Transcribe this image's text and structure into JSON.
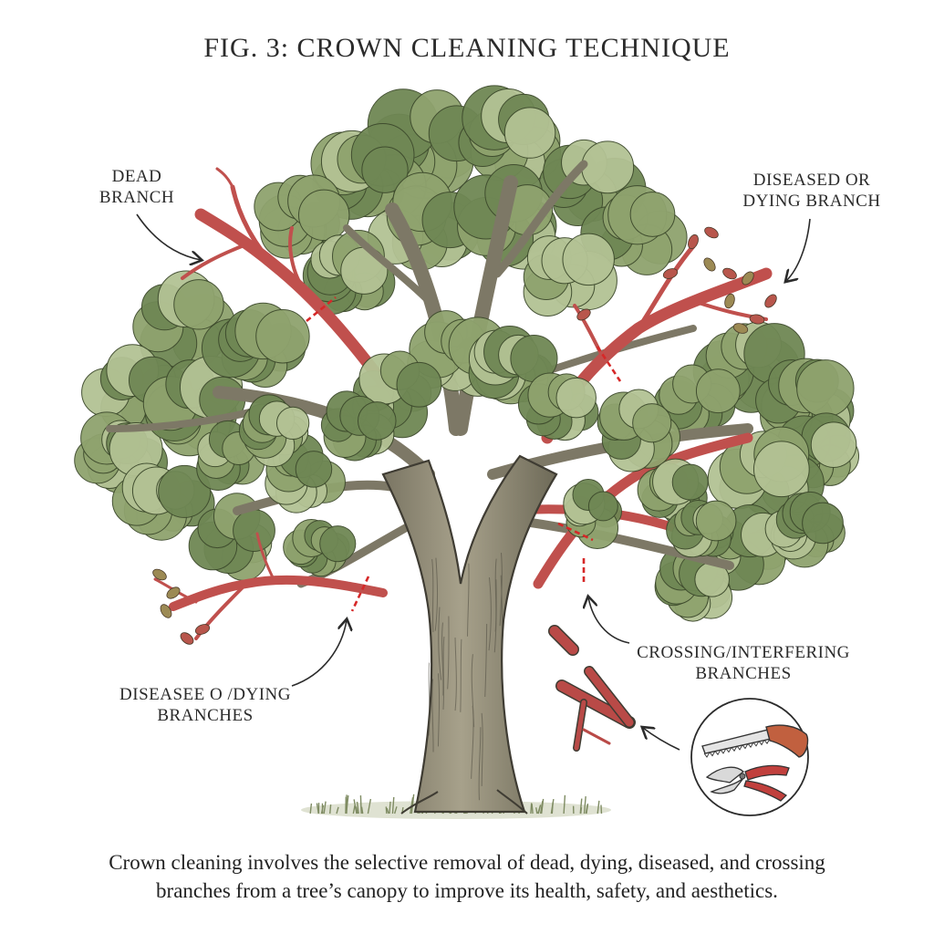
{
  "title": "FIG. 3: CROWN CLEANING TECHNIQUE",
  "labels": {
    "dead_branch": [
      "DEAD",
      "BRANCH"
    ],
    "diseased_or_dying": [
      "DISEASED OR",
      "DYING BRANCH"
    ],
    "crossing": [
      "CROSSING/INTERFERING",
      "BRANCHES"
    ],
    "diseased_dying_branches": [
      "DISEASEE O /DYING",
      "BRANCHES"
    ]
  },
  "caption": [
    "Crown cleaning involves the selective removal of dead, dying, diseased, and crossing",
    "branches from a tree’s canopy to improve its health, safety, and aesthetics."
  ],
  "colors": {
    "foliage": "#8fa36e",
    "foliage_dark": "#6f8754",
    "foliage_light": "#b3c294",
    "trunk": "#9b9580",
    "trunk_dark": "#6b6656",
    "removed_branch": "#c0504d",
    "cut_mark": "#d62828",
    "ink": "#2b2b2b",
    "grass": "#9aa77e"
  },
  "icons": [
    "pruning-saw-icon",
    "hand-pruner-icon"
  ]
}
